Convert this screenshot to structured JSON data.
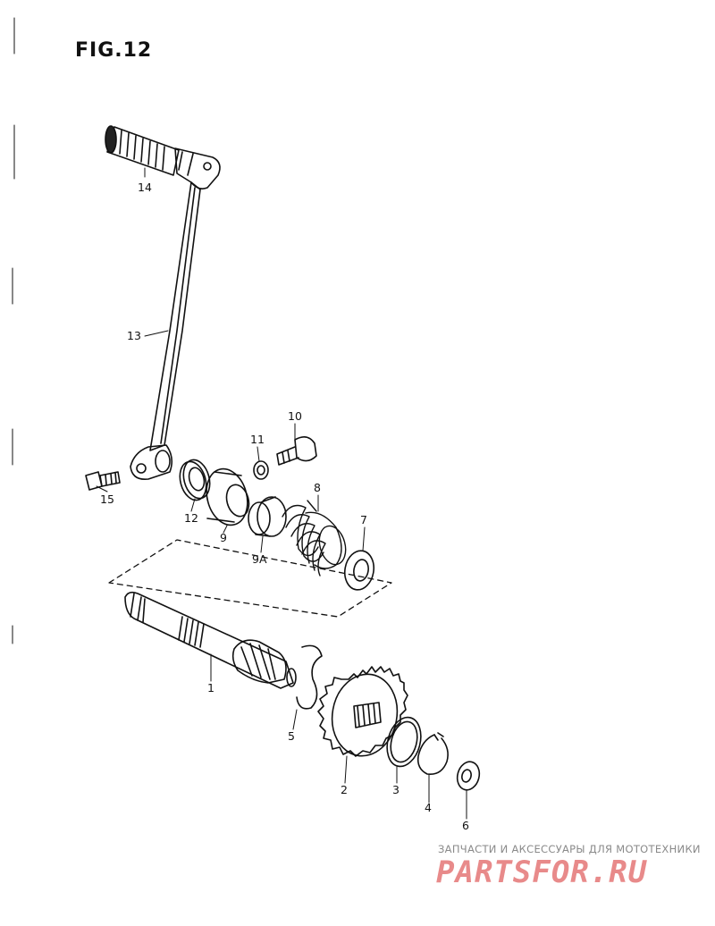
{
  "figure": {
    "title": "FIG.12"
  },
  "callouts": [
    {
      "id": "14",
      "text": "14"
    },
    {
      "id": "13",
      "text": "13"
    },
    {
      "id": "10",
      "text": "10"
    },
    {
      "id": "11",
      "text": "11"
    },
    {
      "id": "15",
      "text": "15"
    },
    {
      "id": "12",
      "text": "12"
    },
    {
      "id": "9",
      "text": "9"
    },
    {
      "id": "9A",
      "text": "9A"
    },
    {
      "id": "8",
      "text": "8"
    },
    {
      "id": "7",
      "text": "7"
    },
    {
      "id": "1",
      "text": "1"
    },
    {
      "id": "5",
      "text": "5"
    },
    {
      "id": "2",
      "text": "2"
    },
    {
      "id": "3",
      "text": "3"
    },
    {
      "id": "4",
      "text": "4"
    },
    {
      "id": "6",
      "text": "6"
    }
  ],
  "watermark": {
    "tagline": "ЗАПЧАСТИ И АКСЕССУАРЫ ДЛЯ МОТОТЕХНИКИ",
    "brand": "PARTSFOR.RU",
    "color": "#e88a8a"
  },
  "colors": {
    "line": "#111111",
    "background": "#ffffff"
  }
}
